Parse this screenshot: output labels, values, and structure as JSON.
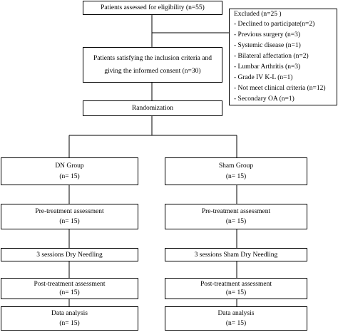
{
  "assessed": "Patients assessed for eligibility (n=55)",
  "excluded": {
    "title": "Excluded (n=25 )",
    "items": [
      "- Declined to participate(n=2)",
      "- Previous surgery (n=3)",
      "- Systemic disease (n=1)",
      "- Bilateral affectation (n=2)",
      "- Lumbar Arthritis (n=3)",
      "- Grade IV K-L (n=1)",
      "- Not meet clinical criteria (n=12)",
      "- Secondary OA (n=1)"
    ]
  },
  "inclusion": {
    "line1": "Patients satisfying the inclusion criteria and",
    "line2": "giving the informed consent (n=30)"
  },
  "randomization": "Randomization",
  "dn_group": {
    "name": "DN Group",
    "n": "(n= 15)",
    "pre_label": "Pre-treatment assessment",
    "pre_n": "(n= 15)",
    "treatment": "3 sessions Dry Needling",
    "post_label": "Post-treatment assessment",
    "post_n": "(n= 15)",
    "analysis_label": "Data analysis",
    "analysis_n": "(n= 15)"
  },
  "sham_group": {
    "name": "Sham Group",
    "n": "(n= 15)",
    "pre_label": "Pre-treatment assessment",
    "pre_n": "(n= 15)",
    "treatment": "3 sessions Sham Dry Needling",
    "post_label": "Post-treatment assessment",
    "post_n": "(n= 15)",
    "analysis_label": "Data analysis",
    "analysis_n": "(n= 15)"
  }
}
